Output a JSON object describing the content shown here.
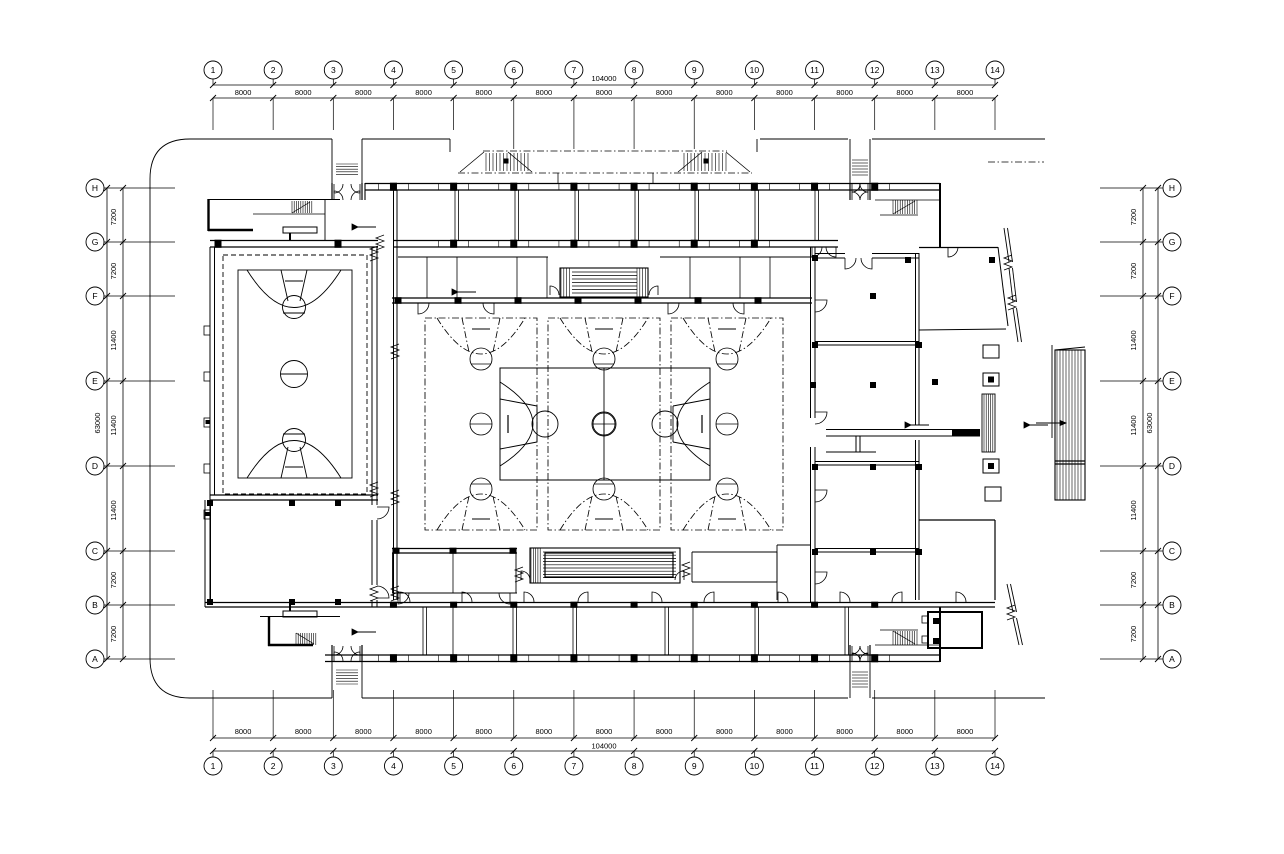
{
  "canvas": {
    "background": "#ffffff",
    "ink": "#000000"
  },
  "grid": {
    "columns": [
      "1",
      "2",
      "3",
      "4",
      "5",
      "6",
      "7",
      "8",
      "9",
      "10",
      "11",
      "12",
      "13",
      "14"
    ],
    "column_spans": [
      "8000",
      "8000",
      "8000",
      "8000",
      "8000",
      "8000",
      "8000",
      "8000",
      "8000",
      "8000",
      "8000",
      "8000",
      "8000"
    ],
    "column_total": "104000",
    "rows_top_to_bottom": [
      "H",
      "G",
      "F",
      "E",
      "D",
      "C",
      "B",
      "A"
    ],
    "row_spans_top_to_bottom": [
      "7200",
      "7200",
      "11400",
      "11400",
      "11400",
      "7200",
      "7200"
    ],
    "row_total": "63000"
  }
}
